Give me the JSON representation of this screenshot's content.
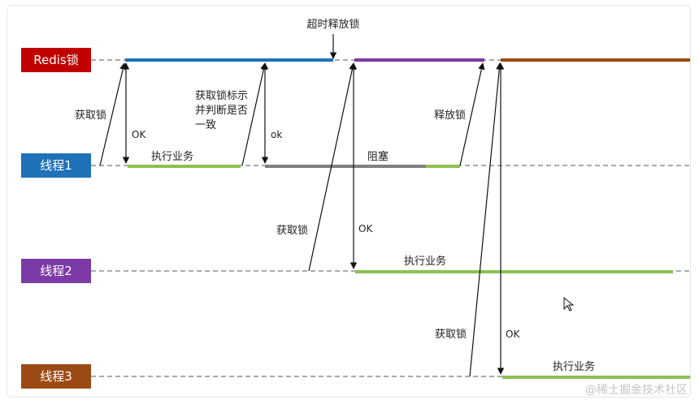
{
  "lanes": [
    {
      "key": "redis",
      "label": "Redis锁",
      "color": "#c00000"
    },
    {
      "key": "t1",
      "label": "线程1",
      "color": "#1f72b8"
    },
    {
      "key": "t2",
      "label": "线程2",
      "color": "#7b3aa6"
    },
    {
      "key": "t3",
      "label": "线程3",
      "color": "#9c4a14"
    }
  ],
  "annotations": {
    "timeout_release": "超时释放锁",
    "acquire_t1": "获取锁",
    "ok_t1": "OK",
    "execute_t1": "执行业务",
    "check_line1": "获取锁标示",
    "check_line2": "并判断是否",
    "check_line3": "一致",
    "ok_check": "ok",
    "blocked": "阻塞",
    "release_t1": "释放锁",
    "acquire_t2": "获取锁",
    "ok_t2": "OK",
    "execute_t2": "执行业务",
    "acquire_t3": "获取锁",
    "ok_t3": "OK",
    "execute_t3": "执行业务"
  },
  "colors": {
    "lock_t1": "#1f72b8",
    "lock_t2": "#7b3aa6",
    "lock_t3": "#9c4a14",
    "business": "#8cc152",
    "blocked": "#808080",
    "dashed": "#555555"
  },
  "watermark": "@稀土掘金技术社区"
}
